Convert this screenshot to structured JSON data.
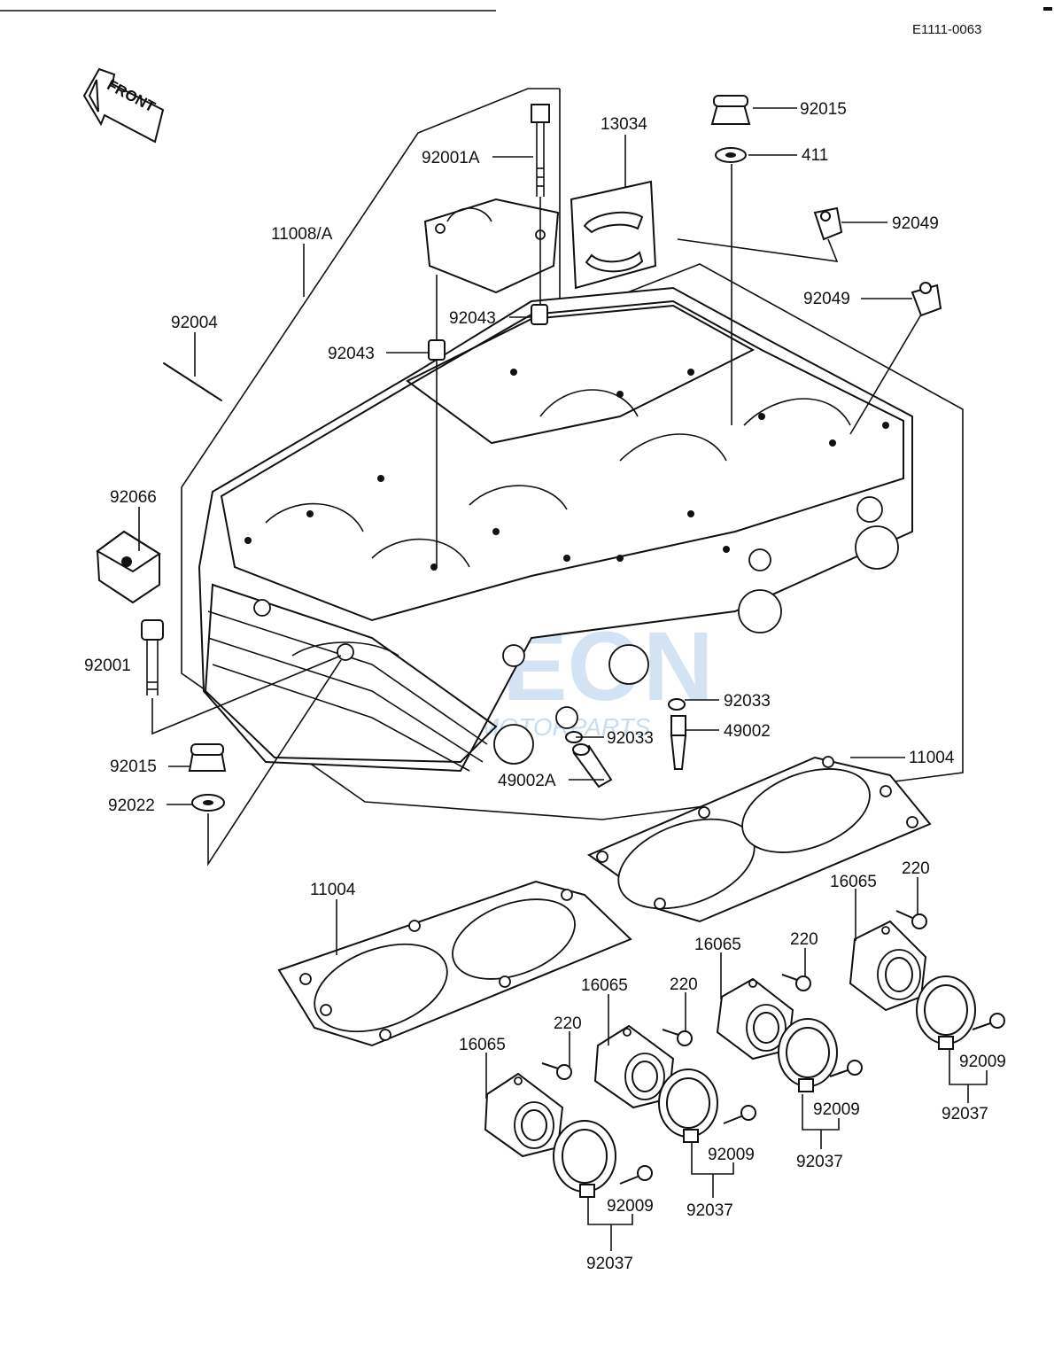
{
  "diagram_code": "E1111-0063",
  "front_label": "FRONT",
  "watermark": {
    "main": "FEON",
    "sub": "MOTORPARTS"
  },
  "parts": {
    "p92001A": "92001A",
    "p13034": "13034",
    "p92015_top": "92015",
    "p411": "411",
    "p92049_a": "92049",
    "p92049_b": "92049",
    "p11008A": "11008/A",
    "p92004": "92004",
    "p92043_a": "92043",
    "p92043_b": "92043",
    "p92066": "92066",
    "p92001": "92001",
    "p92015_bot": "92015",
    "p92022": "92022",
    "p92033_a": "92033",
    "p92033_b": "92033",
    "p49002": "49002",
    "p49002A": "49002A",
    "p11004_a": "11004",
    "p11004_b": "11004",
    "p220_a": "220",
    "p220_b": "220",
    "p220_c": "220",
    "p220_d": "220",
    "p16065_a": "16065",
    "p16065_b": "16065",
    "p16065_c": "16065",
    "p16065_d": "16065",
    "p92009_a": "92009",
    "p92009_b": "92009",
    "p92009_c": "92009",
    "p92009_d": "92009",
    "p92037_a": "92037",
    "p92037_b": "92037",
    "p92037_c": "92037",
    "p92037_d": "92037"
  }
}
